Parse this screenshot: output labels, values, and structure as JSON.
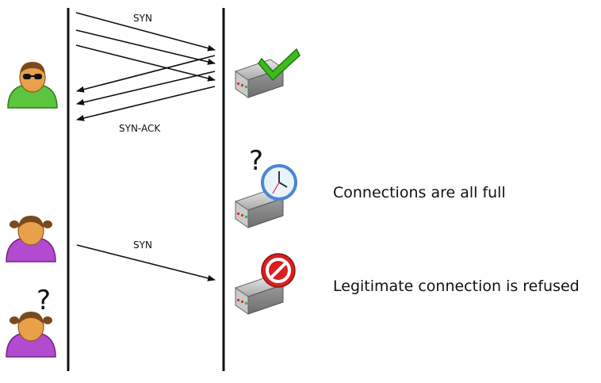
{
  "labels": {
    "syn_top": "SYN",
    "syn_ack": "SYN-ACK",
    "syn_bottom": "SYN",
    "connections_full": "Connections are all full",
    "refused": "Legitimate connection is refused",
    "question_mark": "?"
  },
  "icons": {
    "attacker": "attacker-person-icon",
    "legit_user": "legitimate-user-icon",
    "waiting_user": "waiting-user-icon",
    "server_ok": "server-checkmark-icon",
    "server_wait": "server-clock-icon",
    "server_refused": "server-no-entry-icon"
  },
  "colors": {
    "attacker_body": "#5cc43f",
    "user_body": "#b24bd0",
    "skin": "#e9a04b",
    "check": "#3dbb1d",
    "no_entry": "#d92020",
    "clock": "#4a86d8"
  }
}
